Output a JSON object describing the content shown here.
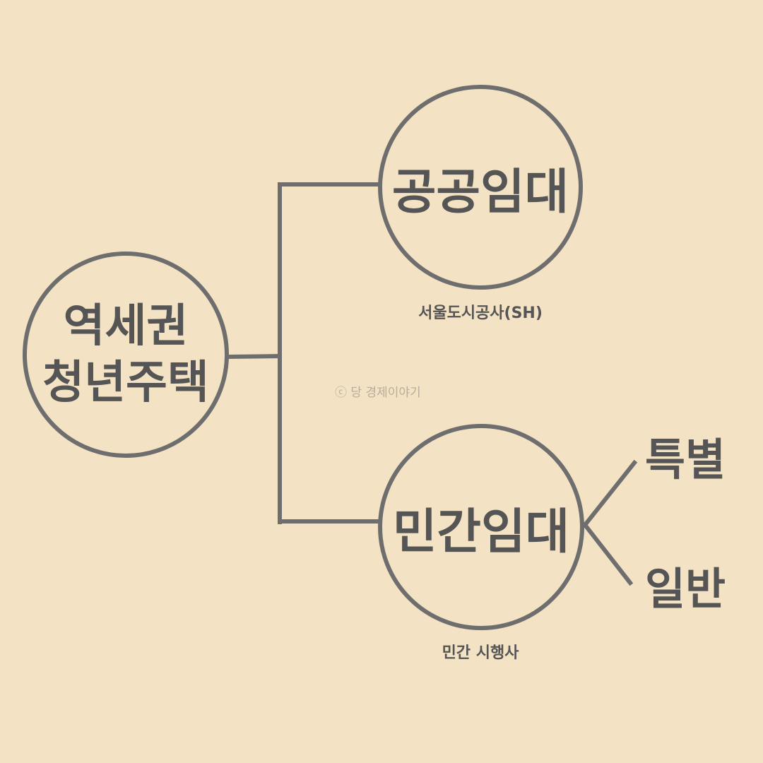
{
  "colors": {
    "background": "#f3e2c4",
    "line": "#6e6e6e",
    "text": "#555555",
    "watermark": "#b8ad9b"
  },
  "root": {
    "line1": "역세권",
    "line2": "청년주택"
  },
  "public": {
    "label": "공공임대",
    "caption": "서울도시공사(SH)"
  },
  "private": {
    "label": "민간임대",
    "caption": "민간 시행사",
    "children": [
      "특별",
      "일반"
    ]
  },
  "watermark": "ⓒ 당 경제이야기"
}
